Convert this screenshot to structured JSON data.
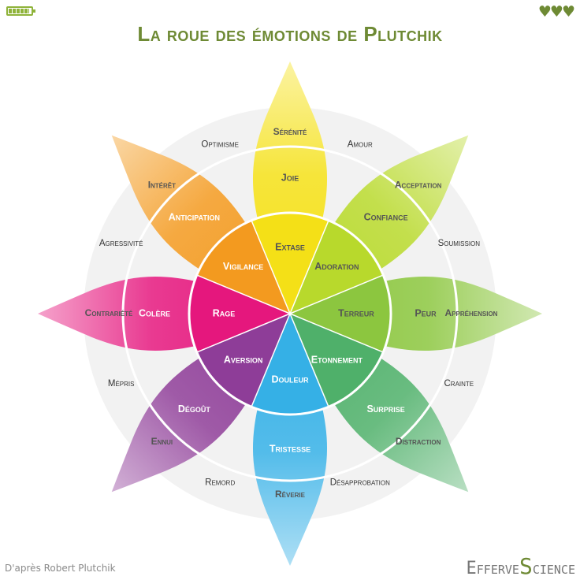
{
  "title": "La roue des émotions de Plutchik",
  "battery": {
    "level": 0.85,
    "color": "#8fb33a"
  },
  "hearts": "♥♥♥",
  "credit": "D'après Robert Plutchik",
  "brand": {
    "part1": "Efferve",
    "part2": "S",
    "part3": "cience"
  },
  "petals": [
    {
      "id": "joy",
      "angle": 0,
      "color": "#f4e017",
      "inner": "Extase",
      "middle": "Joie",
      "outer": "Sérénité"
    },
    {
      "id": "trust",
      "angle": 45,
      "color": "#b8d92c",
      "inner": "Adoration",
      "middle": "Confiance",
      "outer": "Acceptation"
    },
    {
      "id": "fear",
      "angle": 90,
      "color": "#8cc63f",
      "inner": "Terreur",
      "middle": "Peur",
      "outer": "Appréhension"
    },
    {
      "id": "surprise",
      "angle": 135,
      "color": "#4fb06a",
      "inner": "Etonnement",
      "middle": "Surprise",
      "outer": "Distraction"
    },
    {
      "id": "sadness",
      "angle": 180,
      "color": "#35b0e6",
      "inner": "Douleur",
      "middle": "Tristesse",
      "outer": "Rêverie"
    },
    {
      "id": "disgust",
      "angle": 225,
      "color": "#8e3d98",
      "inner": "Aversion",
      "middle": "Dégoût",
      "outer": "Ennui"
    },
    {
      "id": "anger",
      "angle": 270,
      "color": "#e5177d",
      "inner": "Rage",
      "middle": "Colère",
      "outer": "Contrariété"
    },
    {
      "id": "anticipation",
      "angle": 315,
      "color": "#f39a1f",
      "inner": "Vigilance",
      "middle": "Anticipation",
      "outer": "Intérêt"
    }
  ],
  "dyads": [
    {
      "angle": 22.5,
      "text": "Amour"
    },
    {
      "angle": 67.5,
      "text": "Soumission"
    },
    {
      "angle": 112.5,
      "text": "Crainte"
    },
    {
      "angle": 157.5,
      "text": "Désapprobation"
    },
    {
      "angle": 202.5,
      "text": "Remord"
    },
    {
      "angle": 247.5,
      "text": "Mépris"
    },
    {
      "angle": 292.5,
      "text": "Agressivité"
    },
    {
      "angle": 337.5,
      "text": "Optimisme"
    }
  ]
}
